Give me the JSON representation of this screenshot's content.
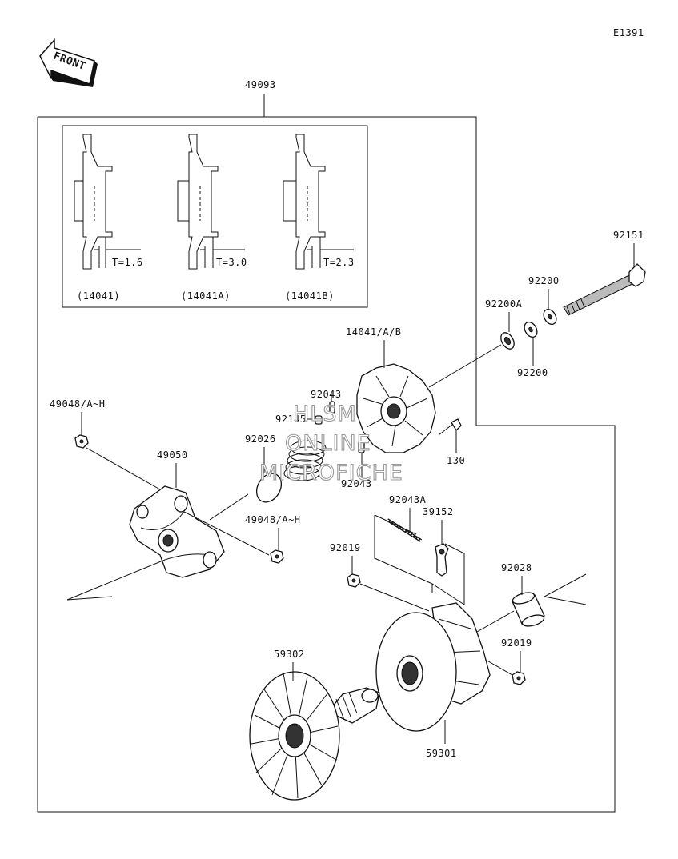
{
  "diagram_code": "E1391",
  "front_label": "FRONT",
  "assembly_label": "49093",
  "inset": {
    "variants": [
      {
        "thickness": "T=1.6",
        "part": "(14041)"
      },
      {
        "thickness": "T=3.0",
        "part": "(14041A)"
      },
      {
        "thickness": "T=2.3",
        "part": "(14041B)"
      }
    ]
  },
  "labels": {
    "p92151": "92151",
    "p92200_top": "92200",
    "p92200A": "92200A",
    "p92200_bot": "92200",
    "p14041AB": "14041/A/B",
    "p92043_top": "92043",
    "p92145": "92145",
    "p92026": "92026",
    "p130": "130",
    "p92043_bot": "92043",
    "p49048_top": "49048/A~H",
    "p49050": "49050",
    "p49048_mid": "49048/A~H",
    "p92043A": "92043A",
    "p39152": "39152",
    "p92019_left": "92019",
    "p92028": "92028",
    "p92019_right": "92019",
    "p59302": "59302",
    "p59301": "59301"
  },
  "watermark": {
    "line1": "HLSM",
    "line2": "ONLINE",
    "line3": "MICROFICHE"
  }
}
